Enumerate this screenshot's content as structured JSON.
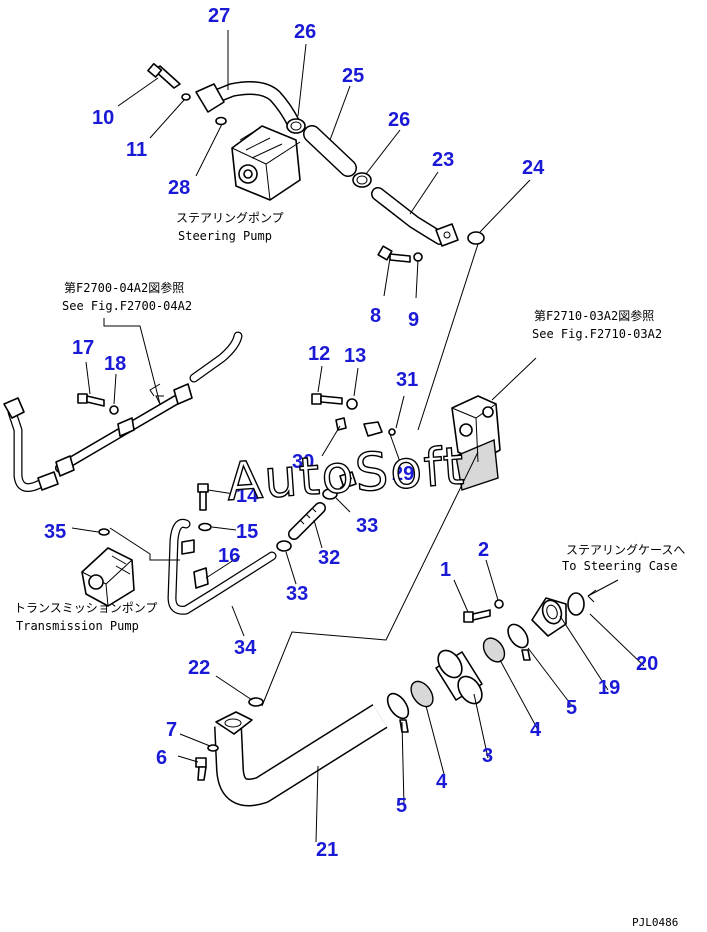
{
  "part_numbers": {
    "n1": "1",
    "n2": "2",
    "n3": "3",
    "n4a": "4",
    "n4b": "4",
    "n5a": "5",
    "n5b": "5",
    "n6": "6",
    "n7": "7",
    "n8": "8",
    "n9": "9",
    "n10": "10",
    "n11": "11",
    "n12": "12",
    "n13": "13",
    "n14": "14",
    "n15": "15",
    "n16": "16",
    "n17": "17",
    "n18": "18",
    "n19": "19",
    "n20": "20",
    "n21": "21",
    "n22": "22",
    "n23": "23",
    "n24": "24",
    "n25": "25",
    "n26a": "26",
    "n26b": "26",
    "n27": "27",
    "n28": "28",
    "n29": "29",
    "n30": "30",
    "n31": "31",
    "n32": "32",
    "n33a": "33",
    "n33b": "33",
    "n34": "34",
    "n35": "35"
  },
  "captions": {
    "steering_pump_jp": "ステアリングポンプ",
    "steering_pump_en": "Steering Pump",
    "transmission_pump_jp": "トランスミッションポンプ",
    "transmission_pump_en": "Transmission Pump",
    "ref_left_jp": "第F2700-04A2図参照",
    "ref_left_en": "See Fig.F2700-04A2",
    "ref_right_jp": "第F2710-03A2図参照",
    "ref_right_en": "See Fig.F2710-03A2",
    "steering_case_jp": "ステアリングケースへ",
    "steering_case_en": "To Steering Case"
  },
  "watermark": "AutoSoft",
  "drawing_code": "PJL0486",
  "colors": {
    "callout": "#1a1ad6",
    "line": "#000000"
  }
}
